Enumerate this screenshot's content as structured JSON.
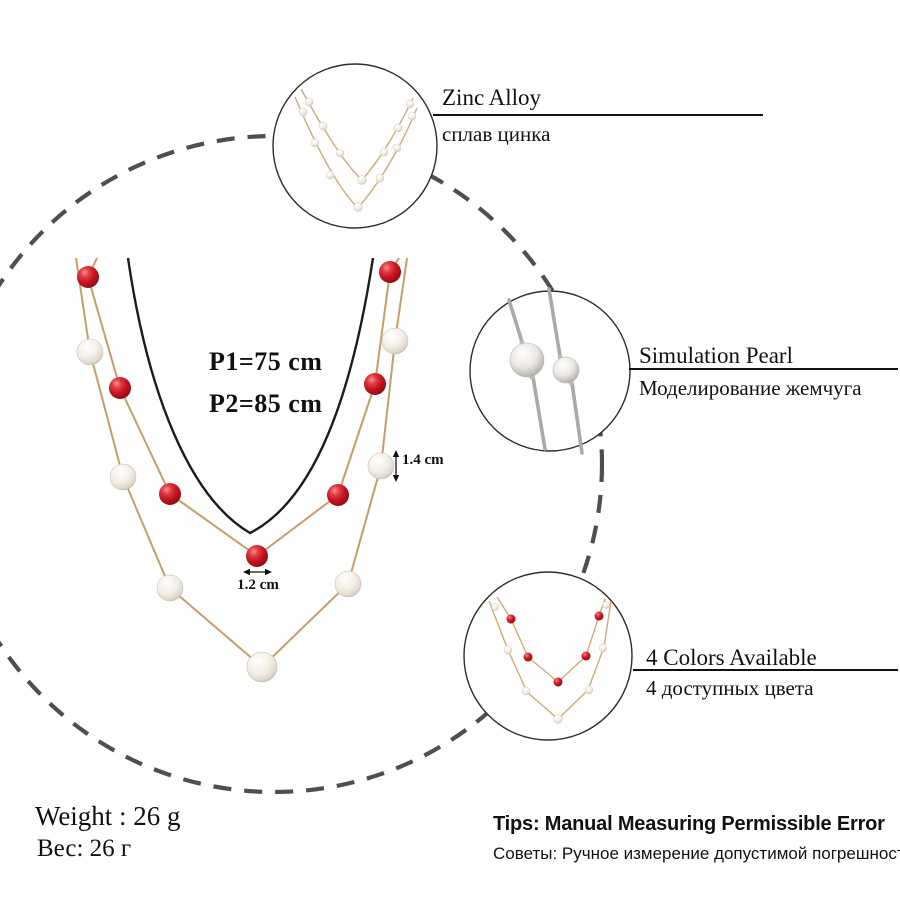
{
  "product": {
    "p1_label": "P1=75 cm",
    "p2_label": "P2=85 cm",
    "pearl_diameter_label": "1.4 cm",
    "bead_diameter_label": "1.2 cm"
  },
  "callouts": [
    {
      "title_en": "Zinc Alloy",
      "title_ru": "сплав цинка"
    },
    {
      "title_en": "Simulation Pearl",
      "title_ru": "Моделирование жемчуга"
    },
    {
      "title_en": "4 Colors Available",
      "title_ru": "4 доступных цвета"
    }
  ],
  "weight": {
    "en": "Weight : 26 g",
    "ru": "Вес: 26 г"
  },
  "tips": {
    "en": "Tips: Manual Measuring Permissible Error",
    "ru": "Советы: Ручное измерение допустимой погрешности"
  },
  "colors": {
    "chain_gold": "#c79e66",
    "chain_gold_light": "#d2ab74",
    "bead_red": "#c41420",
    "pearl_white": "#f1ede4",
    "cord_black": "#1c1c1c",
    "dashed_outline": "#4f4f4f",
    "silver_chain": "#a9a9a9",
    "text_black": "#111111"
  }
}
